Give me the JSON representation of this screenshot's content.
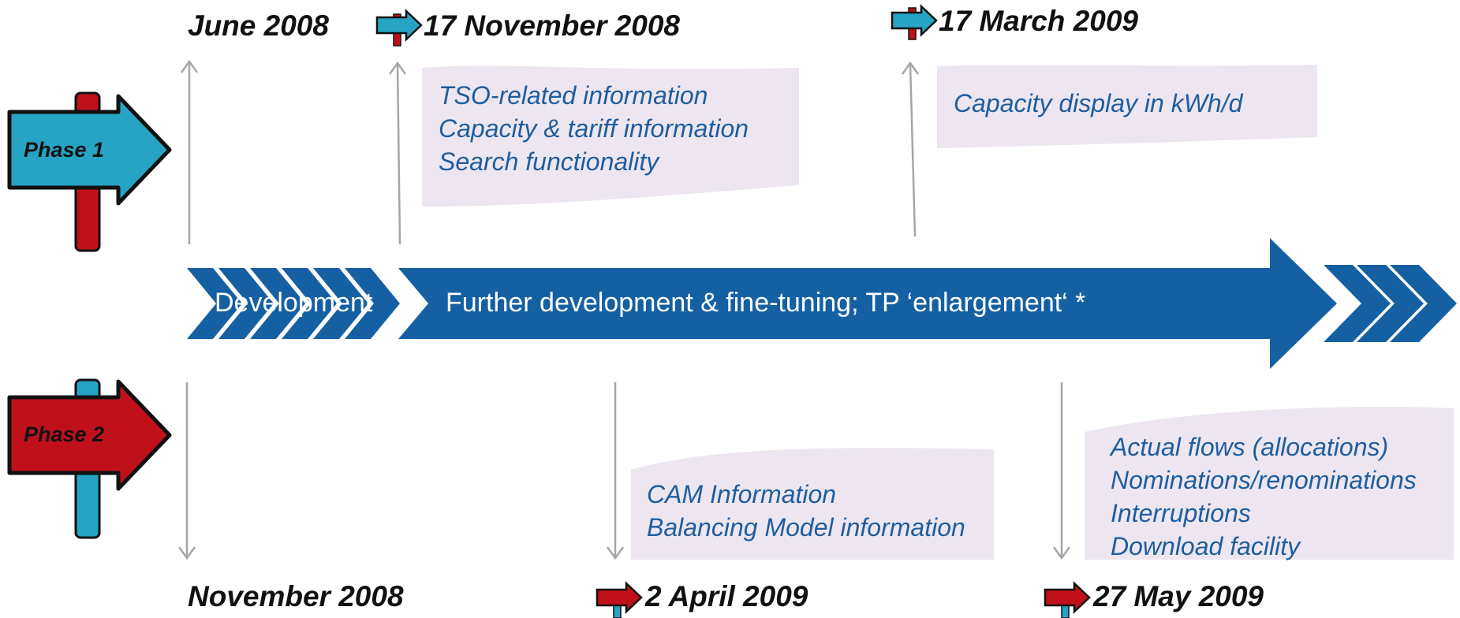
{
  "colors": {
    "blue_bar": "#1560a2",
    "teal_sign": "#27a3c4",
    "red_sign": "#c0111b",
    "info_text": "#1f5d9e",
    "note_bg": "#ede6f0",
    "line": "#a6a6a6"
  },
  "phases": [
    {
      "label": "Phase 1",
      "sign_color": "teal",
      "icon": "signpost-right-icon"
    },
    {
      "label": "Phase 2",
      "sign_color": "red",
      "icon": "signpost-right-icon"
    }
  ],
  "timeline": {
    "development_label": "Development",
    "main_label": "Further development & fine-tuning; TP ‘enlargement‘ *"
  },
  "phase1_milestones": [
    {
      "date": "June 2008",
      "items": []
    },
    {
      "date": "17 November 2008",
      "items": [
        "TSO-related information",
        "Capacity & tariff information",
        "Search functionality"
      ]
    },
    {
      "date": "17 March 2009",
      "items": [
        "Capacity display in kWh/d"
      ]
    }
  ],
  "phase2_milestones": [
    {
      "date": "November 2008",
      "items": []
    },
    {
      "date": "2 April 2009",
      "items": [
        "CAM Information",
        "Balancing Model information"
      ]
    },
    {
      "date": "27 May 2009",
      "items": [
        "Actual flows (allocations)",
        "Nominations/renominations",
        "Interruptions",
        "Download facility"
      ]
    }
  ]
}
